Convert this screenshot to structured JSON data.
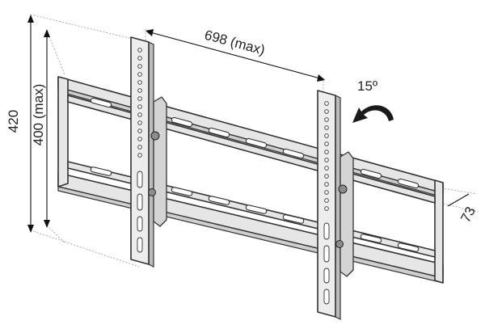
{
  "dimensions": {
    "width_max": "698 (max)",
    "height_total": "420",
    "height_max": "400 (max)",
    "depth": "73",
    "tilt": "15º"
  },
  "icons": {
    "tilt": "curved-tilt-arrow-icon"
  },
  "colors": {
    "line": "#333333",
    "frame_fill": "#e6e6e6",
    "arm_fill": "#ededed",
    "text": "#222222"
  }
}
